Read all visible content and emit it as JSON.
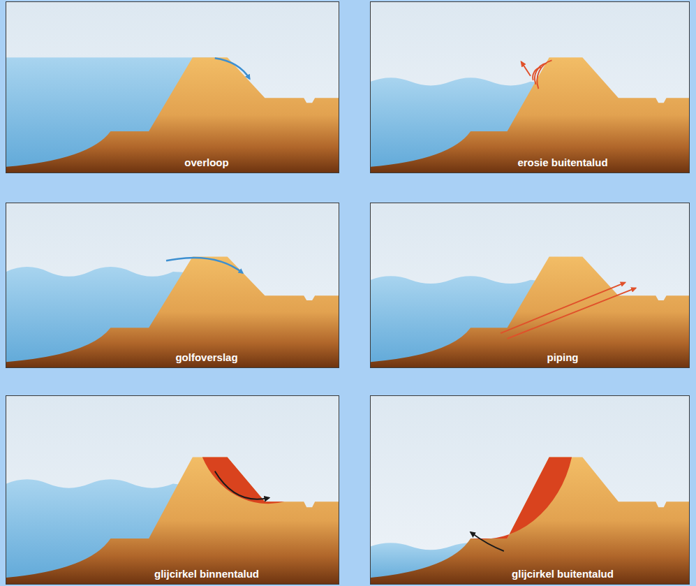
{
  "diagram": {
    "labels": [
      "overloop",
      "erosie buitentalud",
      "golfoverslag",
      "piping",
      "glijcirkel binnentalud",
      "glijcirkel buitentalud"
    ]
  }
}
